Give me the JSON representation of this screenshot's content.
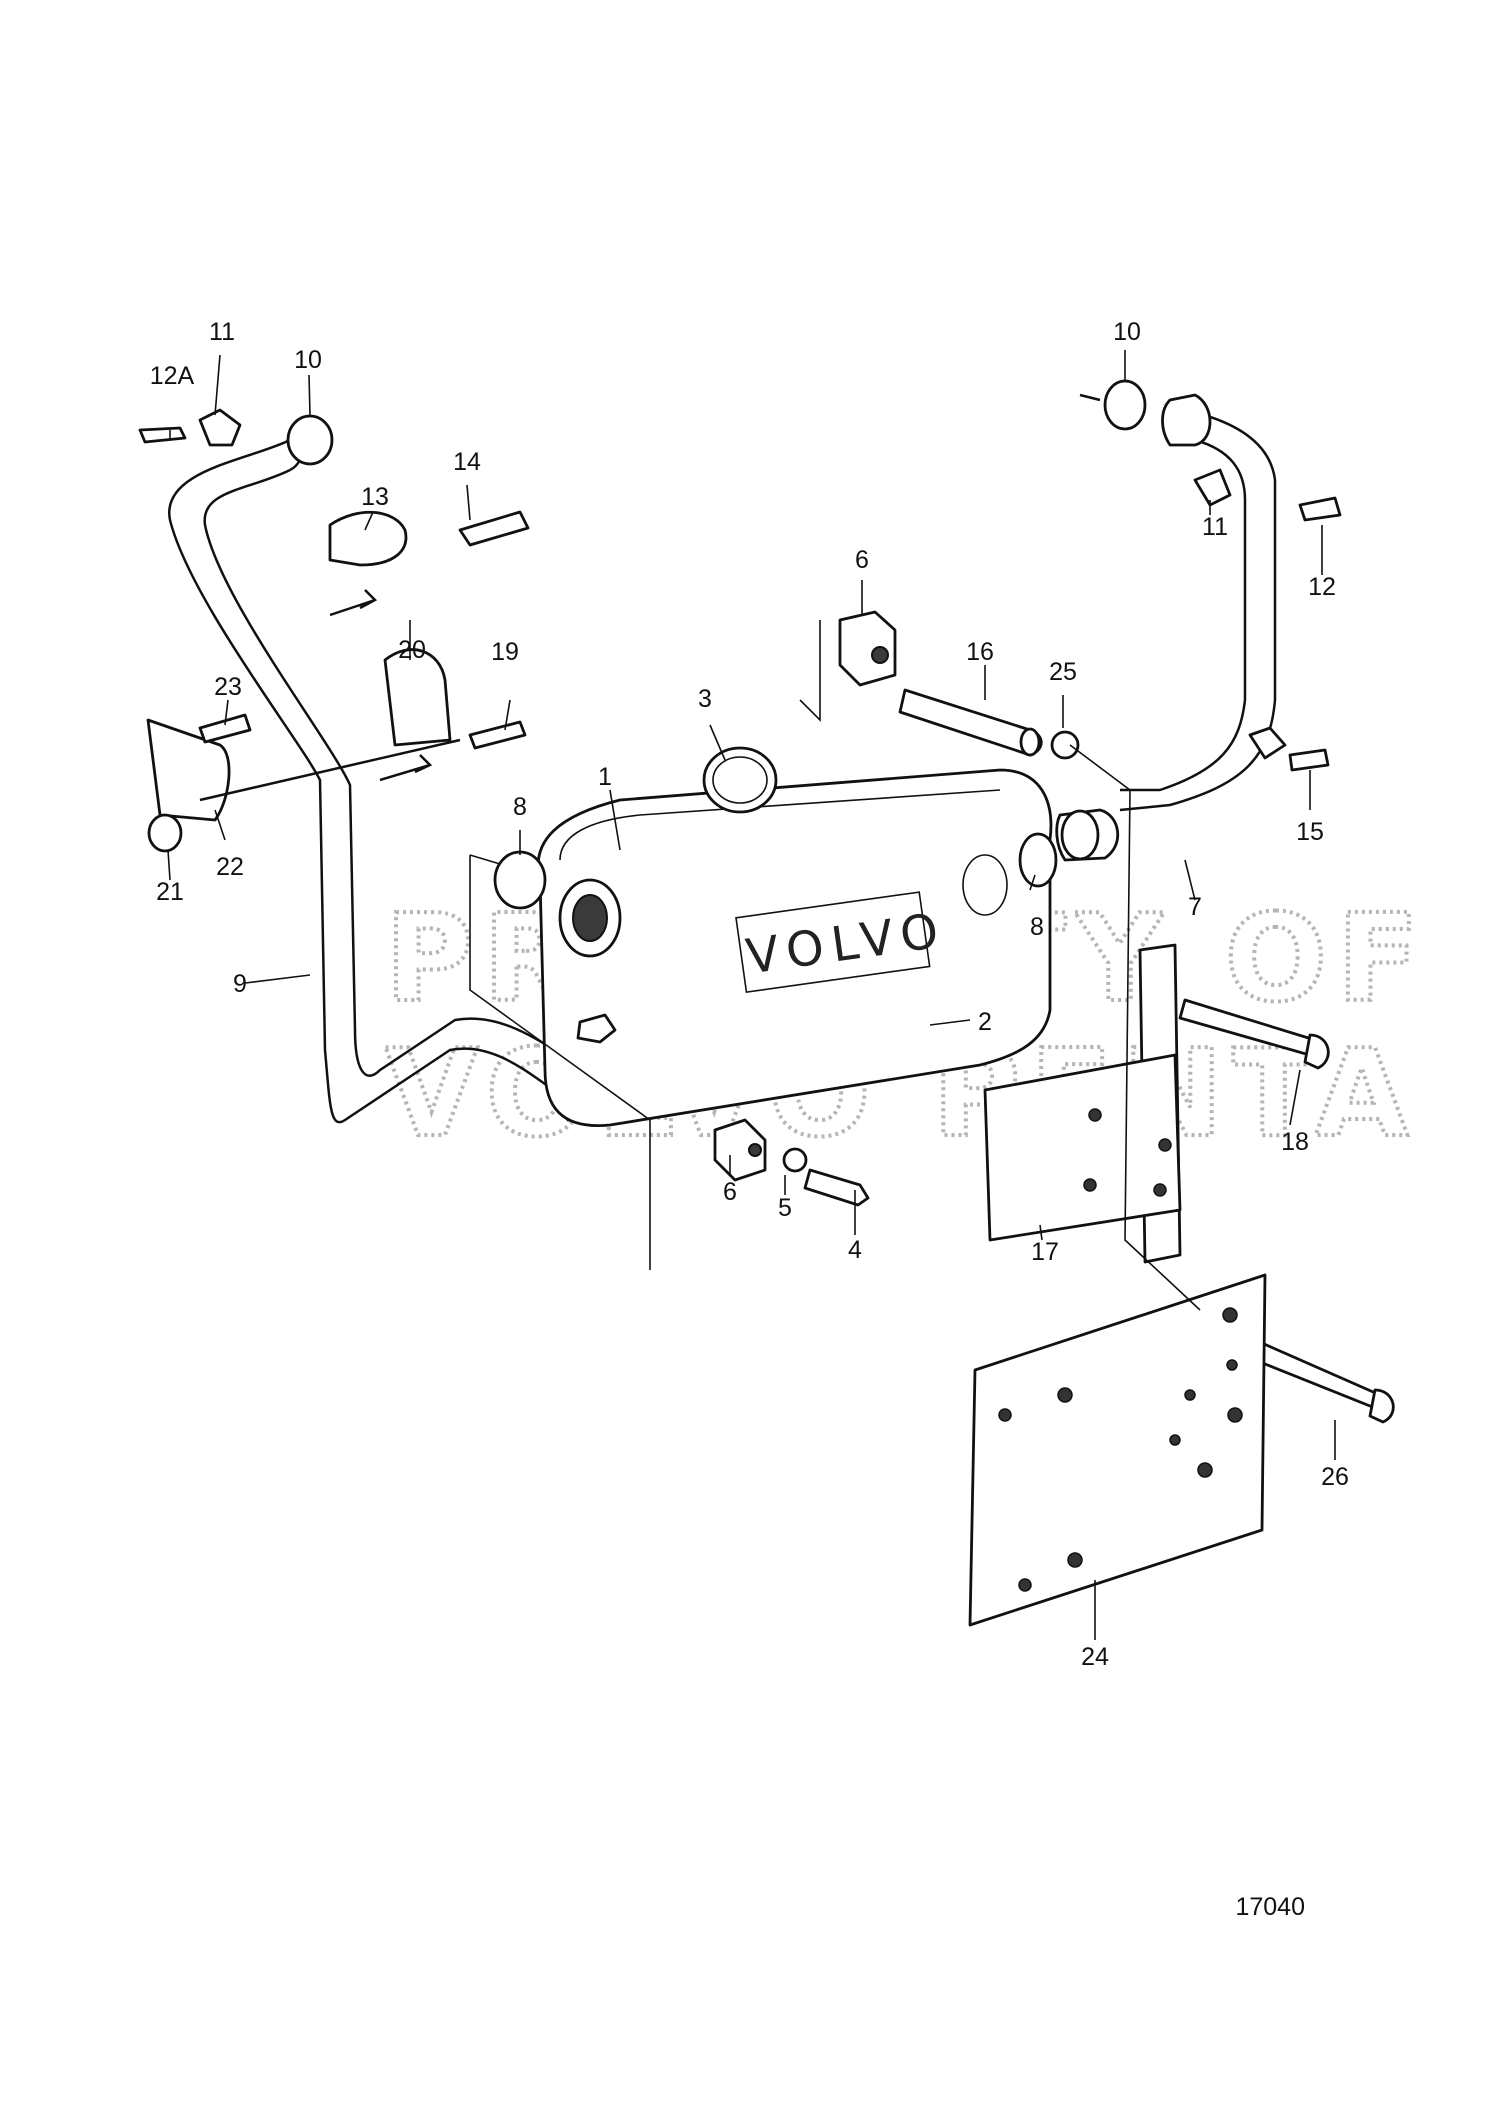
{
  "diagram": {
    "reference_number": "17040",
    "watermark_lines": [
      "PROPERTY OF",
      "VOLVO PENTA"
    ],
    "logo_text": "VOLVO",
    "callouts": [
      {
        "id": "c-1",
        "label": "1"
      },
      {
        "id": "c-2",
        "label": "2"
      },
      {
        "id": "c-3",
        "label": "3"
      },
      {
        "id": "c-4",
        "label": "4"
      },
      {
        "id": "c-5",
        "label": "5"
      },
      {
        "id": "c-6a",
        "label": "6"
      },
      {
        "id": "c-6b",
        "label": "6"
      },
      {
        "id": "c-7",
        "label": "7"
      },
      {
        "id": "c-8a",
        "label": "8"
      },
      {
        "id": "c-8b",
        "label": "8"
      },
      {
        "id": "c-9",
        "label": "9"
      },
      {
        "id": "c-10a",
        "label": "10"
      },
      {
        "id": "c-10b",
        "label": "10"
      },
      {
        "id": "c-11a",
        "label": "11"
      },
      {
        "id": "c-11b",
        "label": "11"
      },
      {
        "id": "c-12",
        "label": "12"
      },
      {
        "id": "c-12A",
        "label": "12A"
      },
      {
        "id": "c-13",
        "label": "13"
      },
      {
        "id": "c-14",
        "label": "14"
      },
      {
        "id": "c-15",
        "label": "15"
      },
      {
        "id": "c-16",
        "label": "16"
      },
      {
        "id": "c-17",
        "label": "17"
      },
      {
        "id": "c-18",
        "label": "18"
      },
      {
        "id": "c-19",
        "label": "19"
      },
      {
        "id": "c-20",
        "label": "20"
      },
      {
        "id": "c-21",
        "label": "21"
      },
      {
        "id": "c-22",
        "label": "22"
      },
      {
        "id": "c-23",
        "label": "23"
      },
      {
        "id": "c-24",
        "label": "24"
      },
      {
        "id": "c-25",
        "label": "25"
      },
      {
        "id": "c-26",
        "label": "26"
      }
    ]
  }
}
